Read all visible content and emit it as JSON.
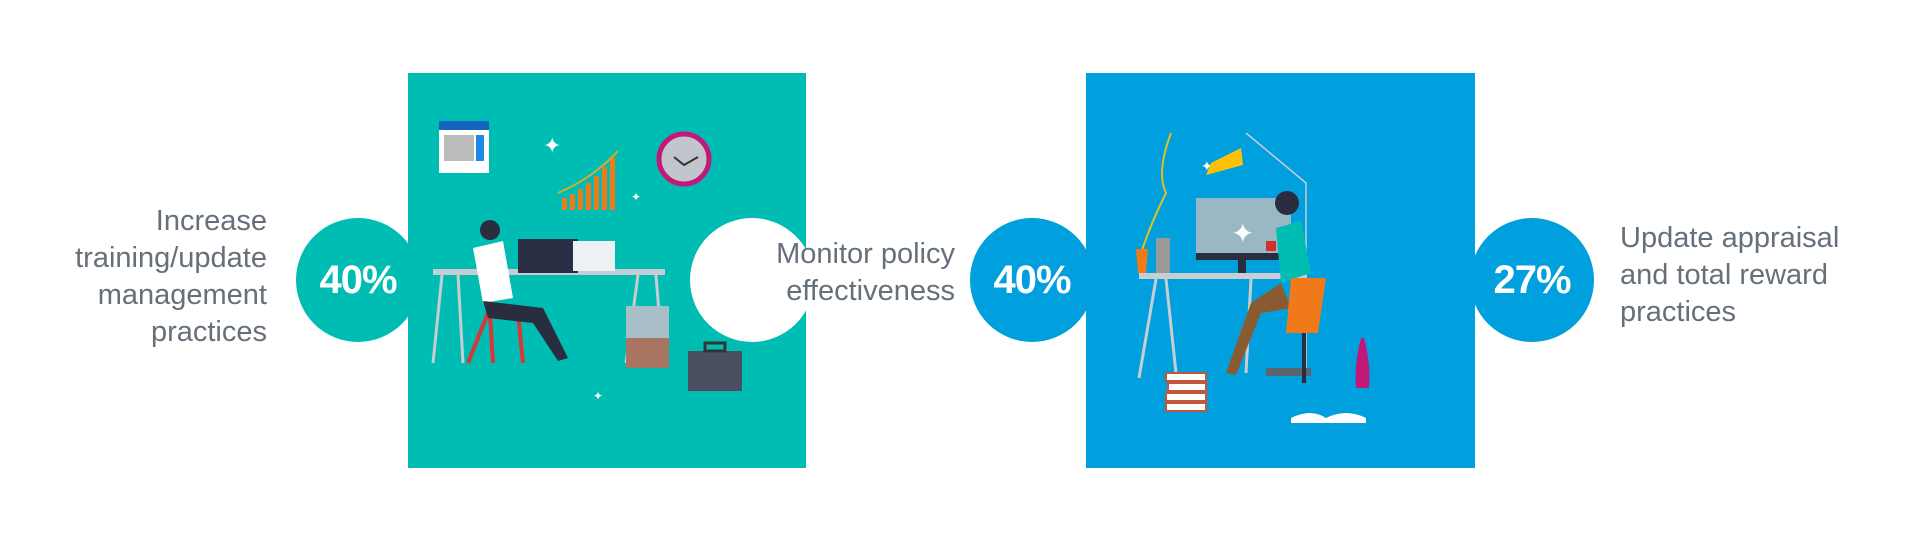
{
  "items": [
    {
      "label_lines": [
        "Increase",
        "training/update",
        "management",
        "practices"
      ],
      "percent": "40%"
    },
    {
      "label_lines": [
        "Monitor policy",
        "effectiveness"
      ],
      "percent": "40%"
    },
    {
      "label_lines": [
        "Update appraisal",
        "and total reward",
        "practices"
      ],
      "percent": "27%"
    }
  ],
  "colors": {
    "teal": "#00bdb3",
    "blue": "#009fde",
    "text": "#66707a"
  }
}
